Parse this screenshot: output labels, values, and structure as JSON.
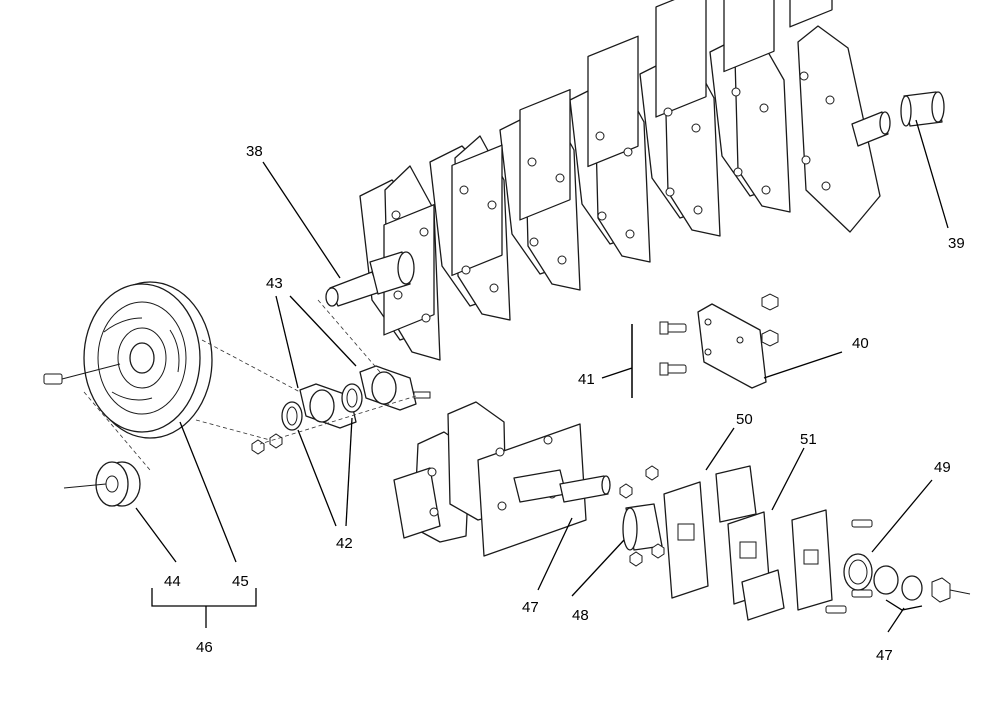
{
  "diagram": {
    "callouts": {
      "c38": "38",
      "c39": "39",
      "c40": "40",
      "c41": "41",
      "c42": "42",
      "c43": "43",
      "c44": "44",
      "c45": "45",
      "c46": "46",
      "c47a": "47",
      "c47b": "47",
      "c48": "48",
      "c49": "49",
      "c50": "50",
      "c51": "51"
    }
  }
}
